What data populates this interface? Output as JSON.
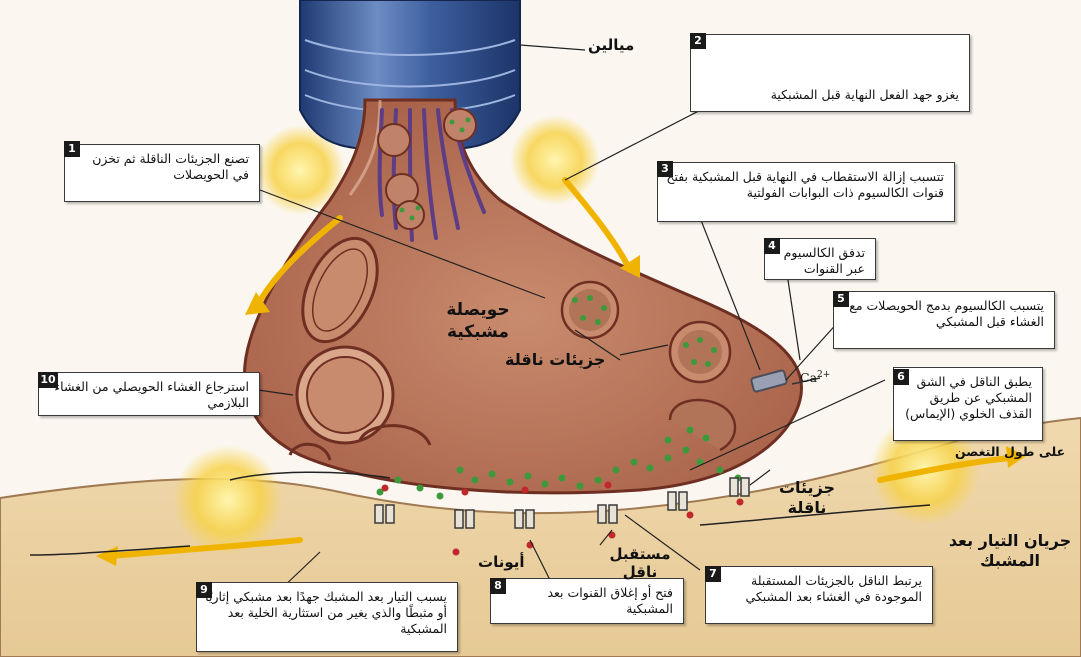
{
  "labels": {
    "myelin": "ميالين",
    "synaptic_vesicle_l1": "حويصلة",
    "synaptic_vesicle_l2": "مشبكية",
    "neurotransmitters_mid": "جزيئات ناقلة",
    "neurotransmitters_right_l1": "جزيئات",
    "neurotransmitters_right_l2": "ناقلة",
    "ions": "أيونات",
    "receptor_l1": "مستقبل",
    "receptor_l2": "ناقل",
    "postsynaptic_current_l1": "جريان التيار بعد",
    "postsynaptic_current_l2": "المشبك",
    "along_dendrite": "على طول التغصن",
    "calcium": "Ca",
    "calcium_sup": "2+"
  },
  "steps": [
    {
      "number": "1",
      "text": "تصنع الجزيئات الناقلة ثم تخزن في الحويصلات"
    },
    {
      "number": "2",
      "text": "يغزو جهد الفعل النهاية قبل المشبكية"
    },
    {
      "number": "3",
      "text": "تتسبب إزالة الاستقطاب في النهاية قبل المشبكية بفتح قنوات الكالسيوم ذات البوابات الفولتية"
    },
    {
      "number": "4",
      "text": "تدفق الكالسيوم عبر القنوات"
    },
    {
      "number": "5",
      "text": "يتسبب الكالسيوم بدمج الحويصلات مع الغشاء قبل المشبكي"
    },
    {
      "number": "6",
      "text": "يطبق الناقل في الشق المشبكي عن طريق القذف الخلوي (الإيماس)"
    },
    {
      "number": "7",
      "text": "يرتبط الناقل بالجزيئات المستقبلة الموجودة في الغشاء بعد المشبكي"
    },
    {
      "number": "8",
      "text": "فتح أو إغلاق القنوات بعد المشبكية"
    },
    {
      "number": "9",
      "text": "يسبب التيار بعد المشبك جهدًا بعد مشبكي إثاريًا أو مثبطًا والذي يغير من استثارية الخلية بعد المشبكية"
    },
    {
      "number": "10",
      "text": "استرجاع الغشاء الحويصلي من الغشاء البلازمي"
    }
  ],
  "colors": {
    "terminal": "#d8a78c",
    "terminal_dark": "#b8755c",
    "membrane": "#7a3a2c",
    "postsynaptic": "#ecd3a8",
    "myelin": "#3f5f9a",
    "microtubule": "#5d3e86",
    "transmitter": "#3c9a3c",
    "ion": "#c0282b",
    "glow": "#f7d24a",
    "arrow": "#f0b400"
  }
}
